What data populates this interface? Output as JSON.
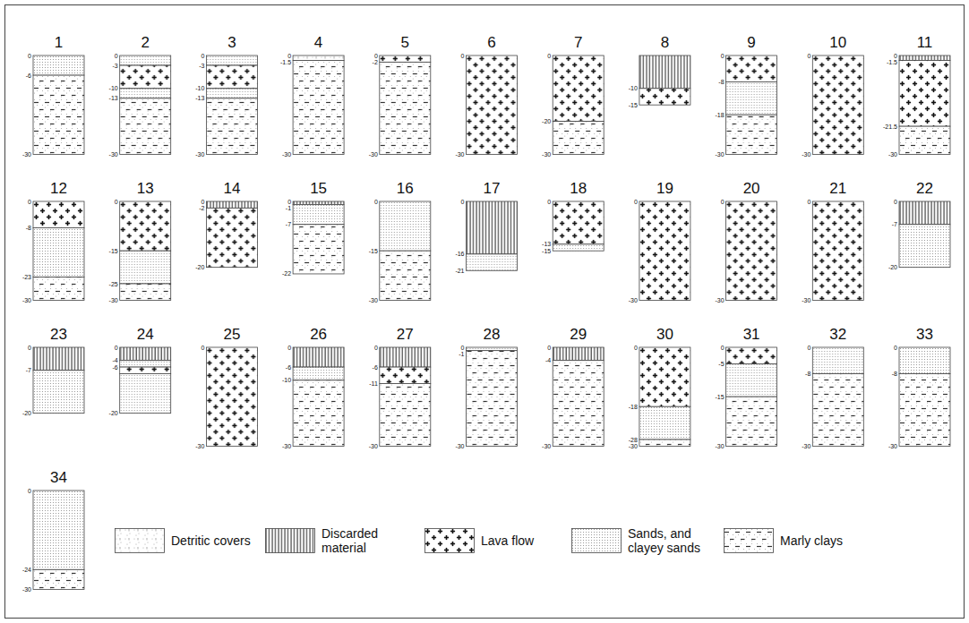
{
  "diagram": {
    "nodes": [
      {
        "text": [
          "1",
          "0",
          "-6",
          "-30"
        ]
      },
      {
        "text": [
          "2",
          "0",
          "-3",
          "-10",
          "-13",
          "-30"
        ]
      },
      {
        "text": [
          "3",
          "0",
          "-3",
          "-10",
          "-13",
          "-30"
        ]
      },
      {
        "text": [
          "4",
          "0",
          "-1.5",
          "-30"
        ]
      },
      {
        "text": [
          "5",
          "0",
          "-2",
          "-30"
        ]
      },
      {
        "text": [
          "6",
          "0",
          "-30"
        ]
      },
      {
        "text": [
          "7",
          "0",
          "-20",
          "-30"
        ]
      },
      {
        "text": [
          "8",
          "-10",
          "-15"
        ]
      },
      {
        "text": [
          "9",
          "0",
          "-8",
          "-18",
          "-30"
        ]
      },
      {
        "text": [
          "10",
          "0",
          "-30"
        ]
      },
      {
        "text": [
          "11",
          "0",
          "-1.5",
          "-21.5",
          "-30"
        ]
      },
      {
        "text": [
          "12",
          "0",
          "-8",
          "-23",
          "-30"
        ]
      },
      {
        "text": [
          "13",
          "0",
          "-15",
          "-25",
          "-30"
        ]
      },
      {
        "text": [
          "14",
          "0",
          "-2",
          "-20"
        ]
      },
      {
        "text": [
          "15",
          "0",
          "-1",
          "-7",
          "-22"
        ]
      },
      {
        "text": [
          "16",
          "0",
          "-15",
          "-30"
        ]
      },
      {
        "text": [
          "17",
          "0",
          "-16",
          "-21"
        ]
      },
      {
        "text": [
          "18",
          "0",
          "-13",
          "-15"
        ]
      },
      {
        "text": [
          "19",
          "0",
          "-30"
        ]
      },
      {
        "text": [
          "20",
          "0",
          "-30"
        ]
      },
      {
        "text": [
          "21",
          "0",
          "-30"
        ]
      },
      {
        "text": [
          "22",
          "0",
          "-7",
          "-20"
        ]
      },
      {
        "text": [
          "23",
          "0",
          "-7",
          "-20"
        ]
      },
      {
        "text": [
          "24",
          "0",
          "-4",
          "-6",
          "-20"
        ]
      },
      {
        "text": [
          "25",
          "0",
          "-30"
        ]
      },
      {
        "text": [
          "26",
          "0",
          "-6",
          "-10",
          "-30"
        ]
      },
      {
        "text": [
          "27",
          "0",
          "-6",
          "-11",
          "-30"
        ]
      },
      {
        "text": [
          "28",
          "0",
          "-1",
          "-30"
        ]
      },
      {
        "text": [
          "29",
          "0",
          "-4",
          "-30"
        ]
      },
      {
        "text": [
          "30",
          "0",
          "-18",
          "-28",
          "-30"
        ]
      },
      {
        "text": [
          "31",
          "0",
          "-5",
          "-15",
          "-30"
        ]
      },
      {
        "text": [
          "32",
          "0",
          "-8",
          "-30"
        ]
      },
      {
        "text": [
          "33",
          "0",
          "-8",
          "-30"
        ]
      },
      {
        "text": [
          "34",
          "0",
          "-24",
          "-30"
        ]
      }
    ],
    "legend": [
      {
        "text": "Detritic covers"
      },
      {
        "text": "Discarded material"
      },
      {
        "text": "Lava flow"
      },
      {
        "text": "Sands, and clayey sands"
      },
      {
        "text": "Marly clays"
      }
    ]
  }
}
